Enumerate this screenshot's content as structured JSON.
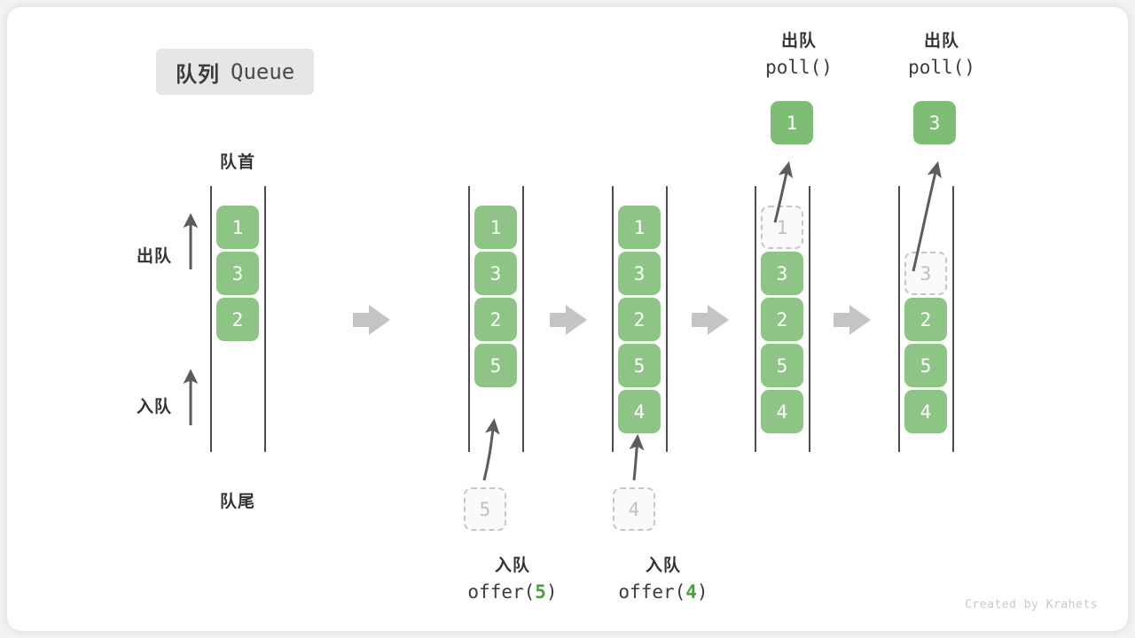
{
  "title": {
    "cn": "队列",
    "en": "Queue"
  },
  "credit": "Created by Krahets",
  "colors": {
    "green": "#8fc487",
    "green_text": "#4a9e44",
    "ghost_border": "#c6c6c6",
    "ghost_text": "#bfbfbf",
    "rail": "#4d4d4d",
    "arrow": "#5c5c5c",
    "separator": "#c4c4c4",
    "badge_bg": "#e6e6e6",
    "text": "#333333",
    "credit": "#c9c9c9"
  },
  "first_column_labels": {
    "head": "队首",
    "tail": "队尾",
    "dequeue": "出队",
    "enqueue": "入队"
  },
  "columns": [
    {
      "id": "initial",
      "cells": [
        {
          "value": "1",
          "state": "filled"
        },
        {
          "value": "3",
          "state": "filled"
        },
        {
          "value": "2",
          "state": "filled"
        }
      ],
      "popped": null,
      "incoming": null,
      "caption_top": null,
      "caption_bottom": null
    },
    {
      "id": "after-offer-5",
      "cells": [
        {
          "value": "1",
          "state": "filled"
        },
        {
          "value": "3",
          "state": "filled"
        },
        {
          "value": "2",
          "state": "filled"
        },
        {
          "value": "5",
          "state": "filled"
        }
      ],
      "popped": null,
      "incoming": {
        "value": "5",
        "state": "ghost"
      },
      "caption_top": null,
      "caption_bottom": {
        "cn": "入队",
        "code_prefix": "offer(",
        "arg": "5",
        "code_suffix": ")"
      }
    },
    {
      "id": "after-offer-4",
      "cells": [
        {
          "value": "1",
          "state": "filled"
        },
        {
          "value": "3",
          "state": "filled"
        },
        {
          "value": "2",
          "state": "filled"
        },
        {
          "value": "5",
          "state": "filled"
        },
        {
          "value": "4",
          "state": "filled"
        }
      ],
      "popped": null,
      "incoming": {
        "value": "4",
        "state": "ghost"
      },
      "caption_top": null,
      "caption_bottom": {
        "cn": "入队",
        "code_prefix": "offer(",
        "arg": "4",
        "code_suffix": ")"
      }
    },
    {
      "id": "after-poll-1",
      "cells": [
        {
          "value": "1",
          "state": "ghost"
        },
        {
          "value": "3",
          "state": "filled"
        },
        {
          "value": "2",
          "state": "filled"
        },
        {
          "value": "5",
          "state": "filled"
        },
        {
          "value": "4",
          "state": "filled"
        }
      ],
      "popped": {
        "value": "1",
        "state": "popped"
      },
      "incoming": null,
      "caption_top": {
        "cn": "出队",
        "code": "poll()"
      },
      "caption_bottom": null
    },
    {
      "id": "after-poll-3",
      "cells": [
        {
          "value": "",
          "state": "empty"
        },
        {
          "value": "3",
          "state": "ghost"
        },
        {
          "value": "2",
          "state": "filled"
        },
        {
          "value": "5",
          "state": "filled"
        },
        {
          "value": "4",
          "state": "filled"
        }
      ],
      "popped": {
        "value": "3",
        "state": "popped"
      },
      "incoming": null,
      "caption_top": {
        "cn": "出队",
        "code": "poll()"
      },
      "caption_bottom": null
    }
  ],
  "separators": [
    {
      "name": "separator-arrow-1"
    },
    {
      "name": "separator-arrow-2"
    },
    {
      "name": "separator-arrow-3"
    },
    {
      "name": "separator-arrow-4"
    }
  ]
}
